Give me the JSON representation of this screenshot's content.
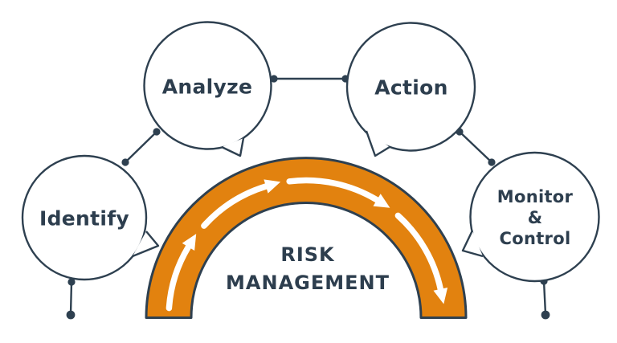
{
  "diagram_title": {
    "line1": "RISK",
    "line2": "MANAGEMENT"
  },
  "bubbles": [
    {
      "id": "identify",
      "label": "Identify"
    },
    {
      "id": "analyze",
      "label": "Analyze"
    },
    {
      "id": "action",
      "label": "Action"
    },
    {
      "id": "monitor-control",
      "label": "Monitor & Control",
      "lines": [
        "Monitor",
        "&",
        "Control"
      ]
    }
  ],
  "colors": {
    "arch_orange": "#E2820F",
    "outline_dark": "#2E4050",
    "text_dark": "#2D3E4E",
    "arrow_white": "#FFFFFF"
  }
}
